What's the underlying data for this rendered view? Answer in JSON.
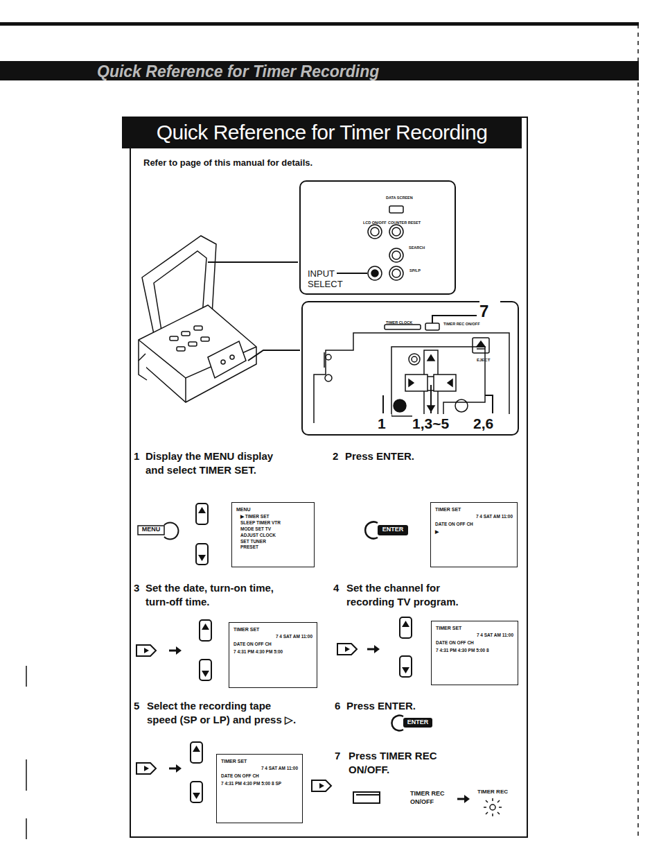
{
  "diagram": {
    "title": "Quick Reference for Timer Recording",
    "nodes": [
      {
        "text": [
          "Refer to page of this manual for details."
        ]
      },
      {
        "text": [
          "DATA SCREEN",
          "LCD ON/OFF",
          "COUNTER RESET",
          "SEARCH",
          "INPUT SELECT",
          "SP/LP"
        ],
        "in": 0
      },
      {
        "text": [
          "TIMER CLOCK",
          "TIMER REC ON/OFF",
          "EJECT"
        ],
        "in": 0
      },
      {
        "text": [
          "MENU",
          "▶ TIMER SET SLEEP TIMER VTR MODE SET TV ADJUST CLOCK SET TUNER PRESET"
        ],
        "in": 0
      },
      {
        "text": [
          "TIMER SET",
          "7 4 SAT AM 11:00",
          "DATE ON OFF CH",
          "▶"
        ],
        "in": 0
      },
      {
        "text": [
          "TIMER SET",
          "7 4 SAT AM 11:00",
          "DATE ON OFF CH",
          "7 4:31 PM 4:30 PM 5:00"
        ],
        "in": 0
      },
      {
        "text": [
          "TIMER SET",
          "7 4 SAT AM 11:00",
          "DATE ON OFF CH",
          "7 4:31 PM 4:30 PM 5:00 8"
        ],
        "in": 0
      },
      {
        "text": [
          "TIMER SET",
          "7 4 SAT AM 11:00",
          "DATE ON OFF CH",
          "7 4:31 PM 4:30 PM 5:00 8 SP"
        ],
        "in": 0
      }
    ],
    "labels": [
      "Quick Reference for Timer Recording",
      "7",
      "1",
      "1,3~5",
      "2,6",
      "1",
      "Display the MENU display and select TIMER SET.",
      "2",
      "Press ENTER.",
      "3",
      "Set the date, turn-on time, turn-off time.",
      "4",
      "Set the channel for recording TV program.",
      "5",
      "Select the recording tape speed (SP or LP) and press ▷.",
      "6",
      "Press ENTER.",
      "7",
      "Press TIMER REC ON/OFF.",
      "MENU",
      "ENTER",
      "ENTER",
      "TIMER REC ON/OFF",
      "TIMER REC"
    ]
  }
}
